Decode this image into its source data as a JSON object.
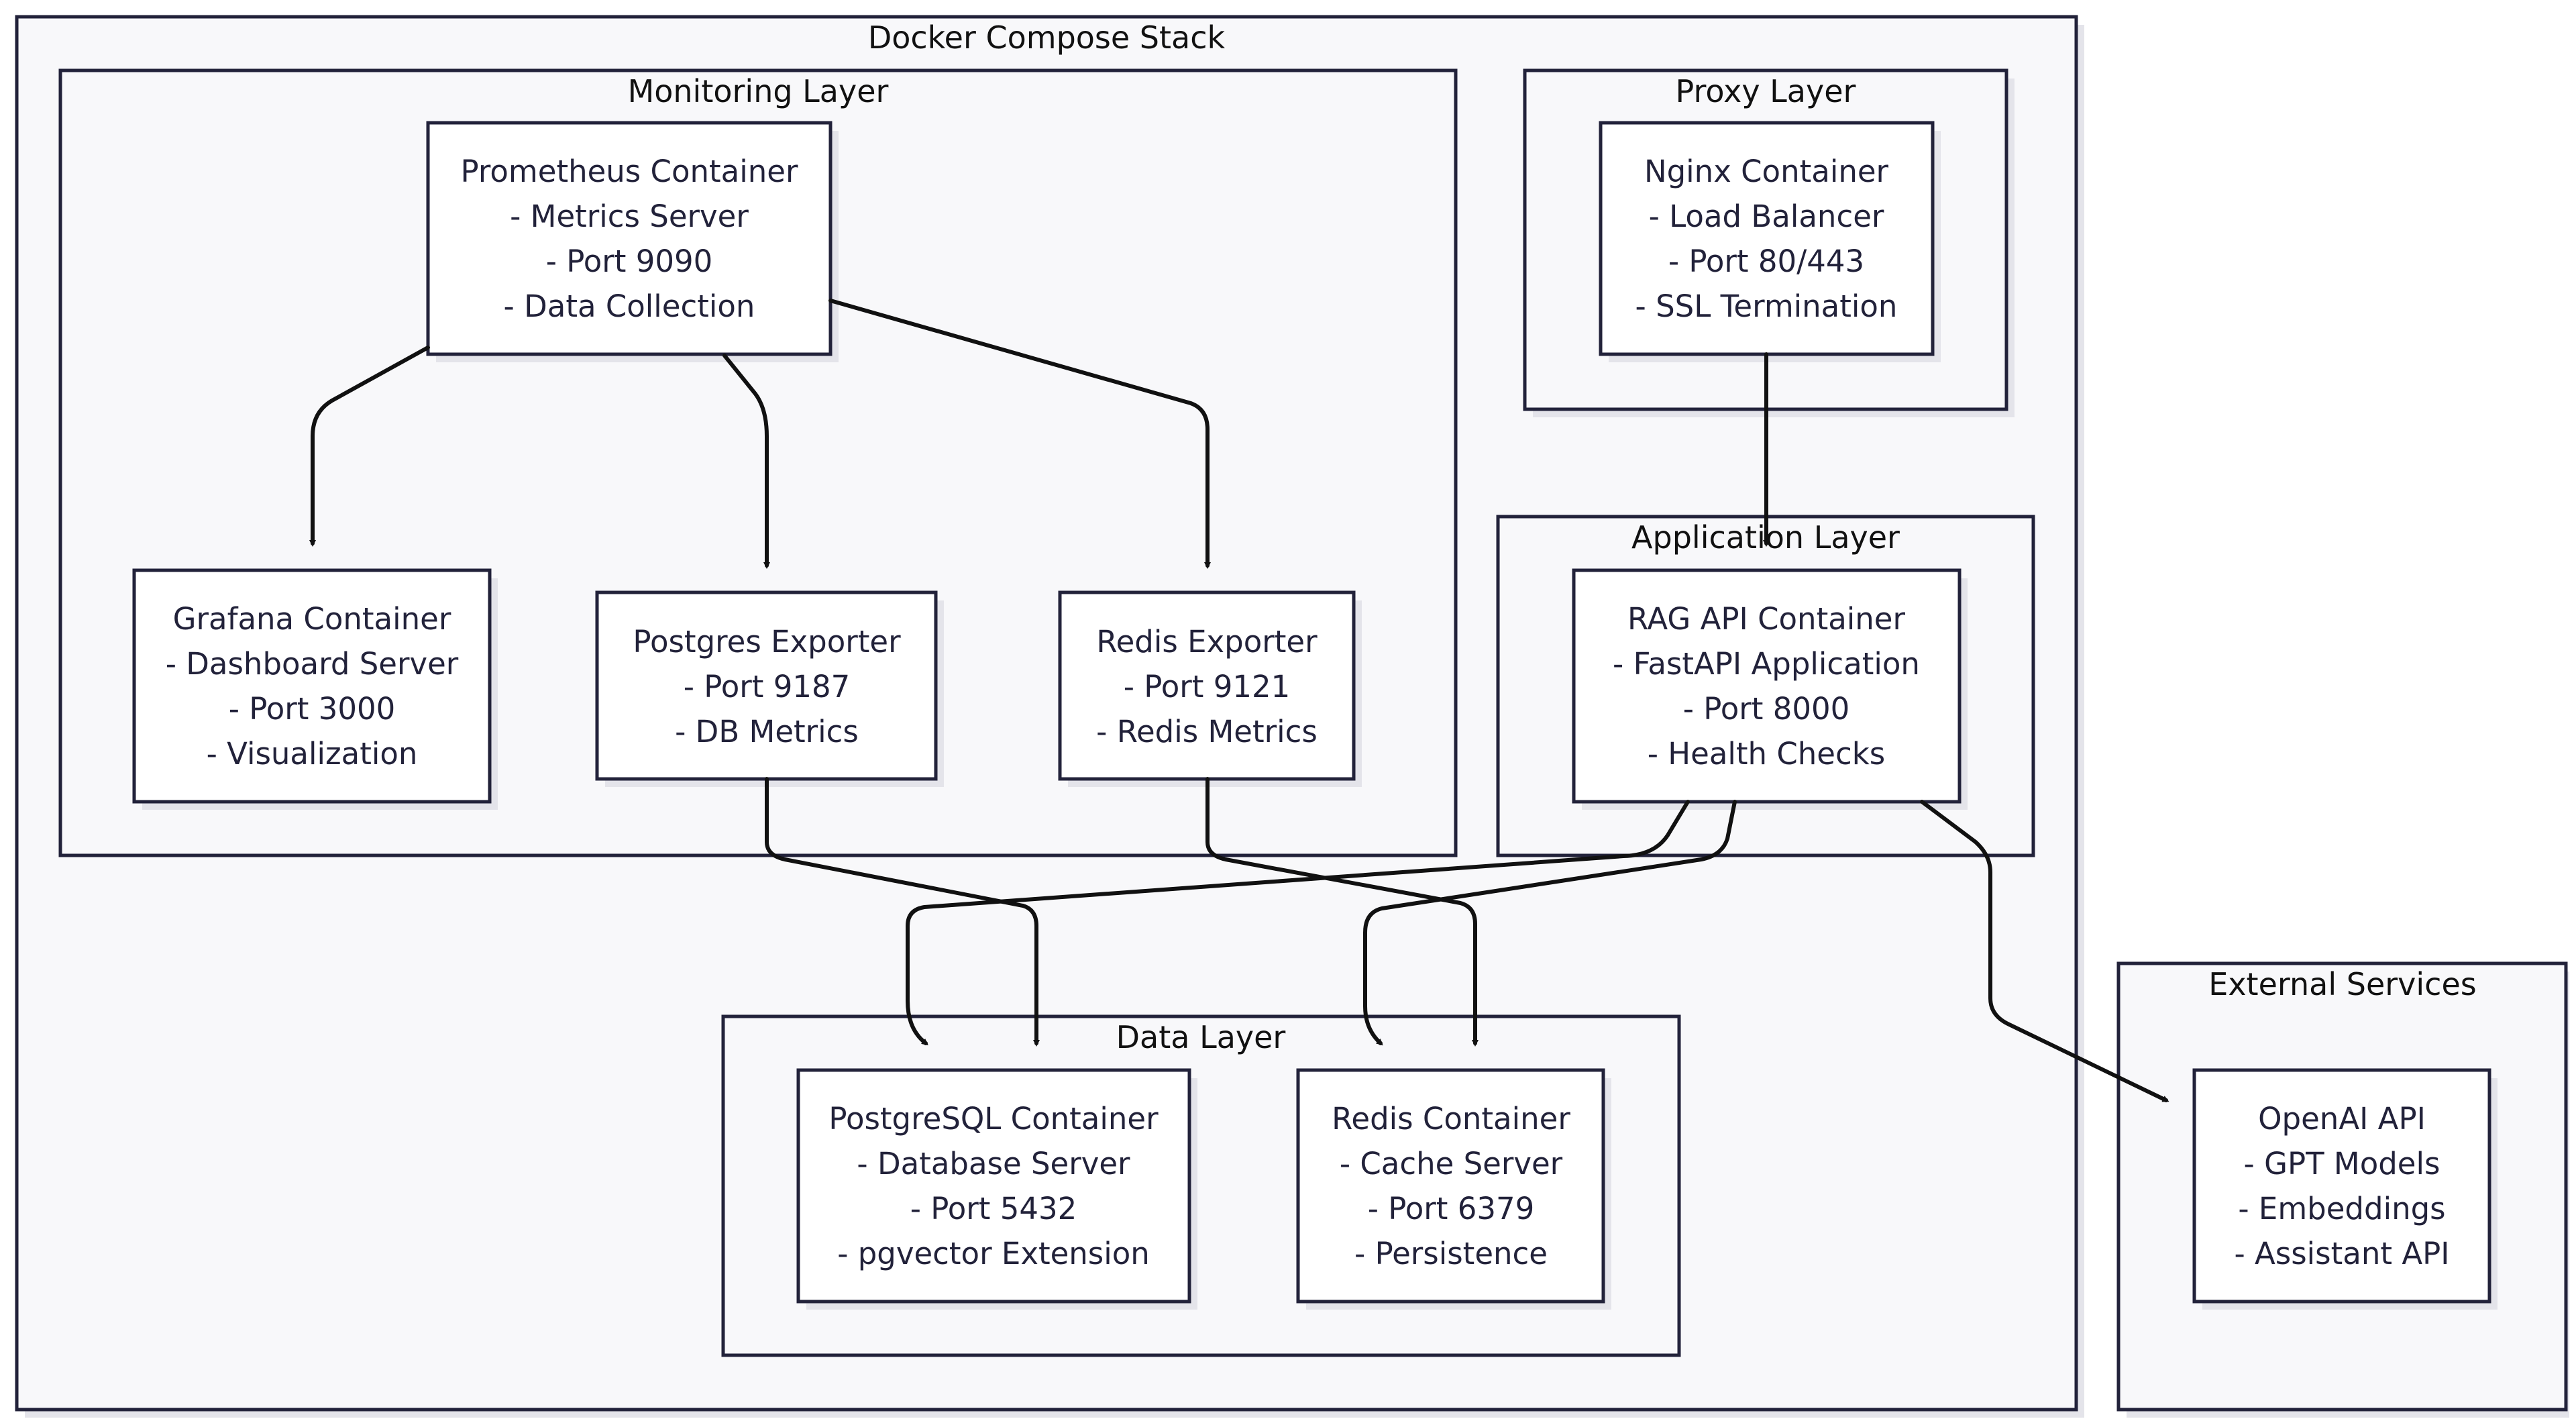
{
  "diagram": {
    "groups": {
      "stack": "Docker Compose Stack",
      "monitoring": "Monitoring Layer",
      "proxy": "Proxy Layer",
      "application": "Application Layer",
      "data": "Data Layer",
      "external": "External Services"
    },
    "nodes": {
      "prometheus": [
        "Prometheus Container",
        "- Metrics Server",
        "- Port 9090",
        "- Data Collection"
      ],
      "nginx": [
        "Nginx Container",
        "- Load Balancer",
        "- Port 80/443",
        "- SSL Termination"
      ],
      "grafana": [
        "Grafana Container",
        "- Dashboard Server",
        "- Port 3000",
        "- Visualization"
      ],
      "postgres_exporter": [
        "Postgres Exporter",
        "- Port 9187",
        "- DB Metrics"
      ],
      "redis_exporter": [
        "Redis Exporter",
        "- Port 9121",
        "- Redis Metrics"
      ],
      "rag_api": [
        "RAG API Container",
        "- FastAPI Application",
        "- Port 8000",
        "- Health Checks"
      ],
      "postgresql": [
        "PostgreSQL Container",
        "- Database Server",
        "- Port 5432",
        "- pgvector Extension"
      ],
      "redis": [
        "Redis Container",
        "- Cache Server",
        "- Port 6379",
        "- Persistence"
      ],
      "openai": [
        "OpenAI API",
        "- GPT Models",
        "- Embeddings",
        "- Assistant API"
      ]
    },
    "edges": [
      {
        "from": "prometheus",
        "to": "grafana"
      },
      {
        "from": "prometheus",
        "to": "postgres_exporter"
      },
      {
        "from": "prometheus",
        "to": "redis_exporter"
      },
      {
        "from": "nginx",
        "to": "rag_api"
      },
      {
        "from": "postgres_exporter",
        "to": "postgresql"
      },
      {
        "from": "redis_exporter",
        "to": "redis"
      },
      {
        "from": "rag_api",
        "to": "postgresql"
      },
      {
        "from": "rag_api",
        "to": "redis"
      },
      {
        "from": "rag_api",
        "to": "openai"
      }
    ]
  }
}
